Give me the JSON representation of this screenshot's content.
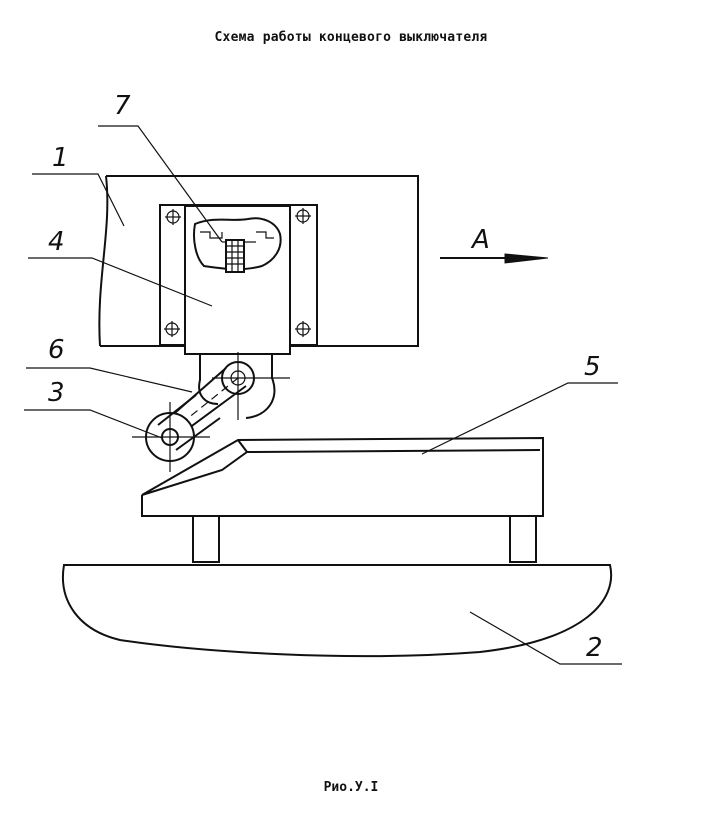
{
  "title": "Схема работы концевого выключателя",
  "caption": "Рио.У.I",
  "labels": {
    "housing": "1",
    "base": "2",
    "roller": "3",
    "switch_body": "4",
    "cam": "5",
    "lever": "6",
    "contact": "7",
    "direction": "A"
  },
  "colors": {
    "ink": "#111111",
    "paper": "#ffffff"
  }
}
